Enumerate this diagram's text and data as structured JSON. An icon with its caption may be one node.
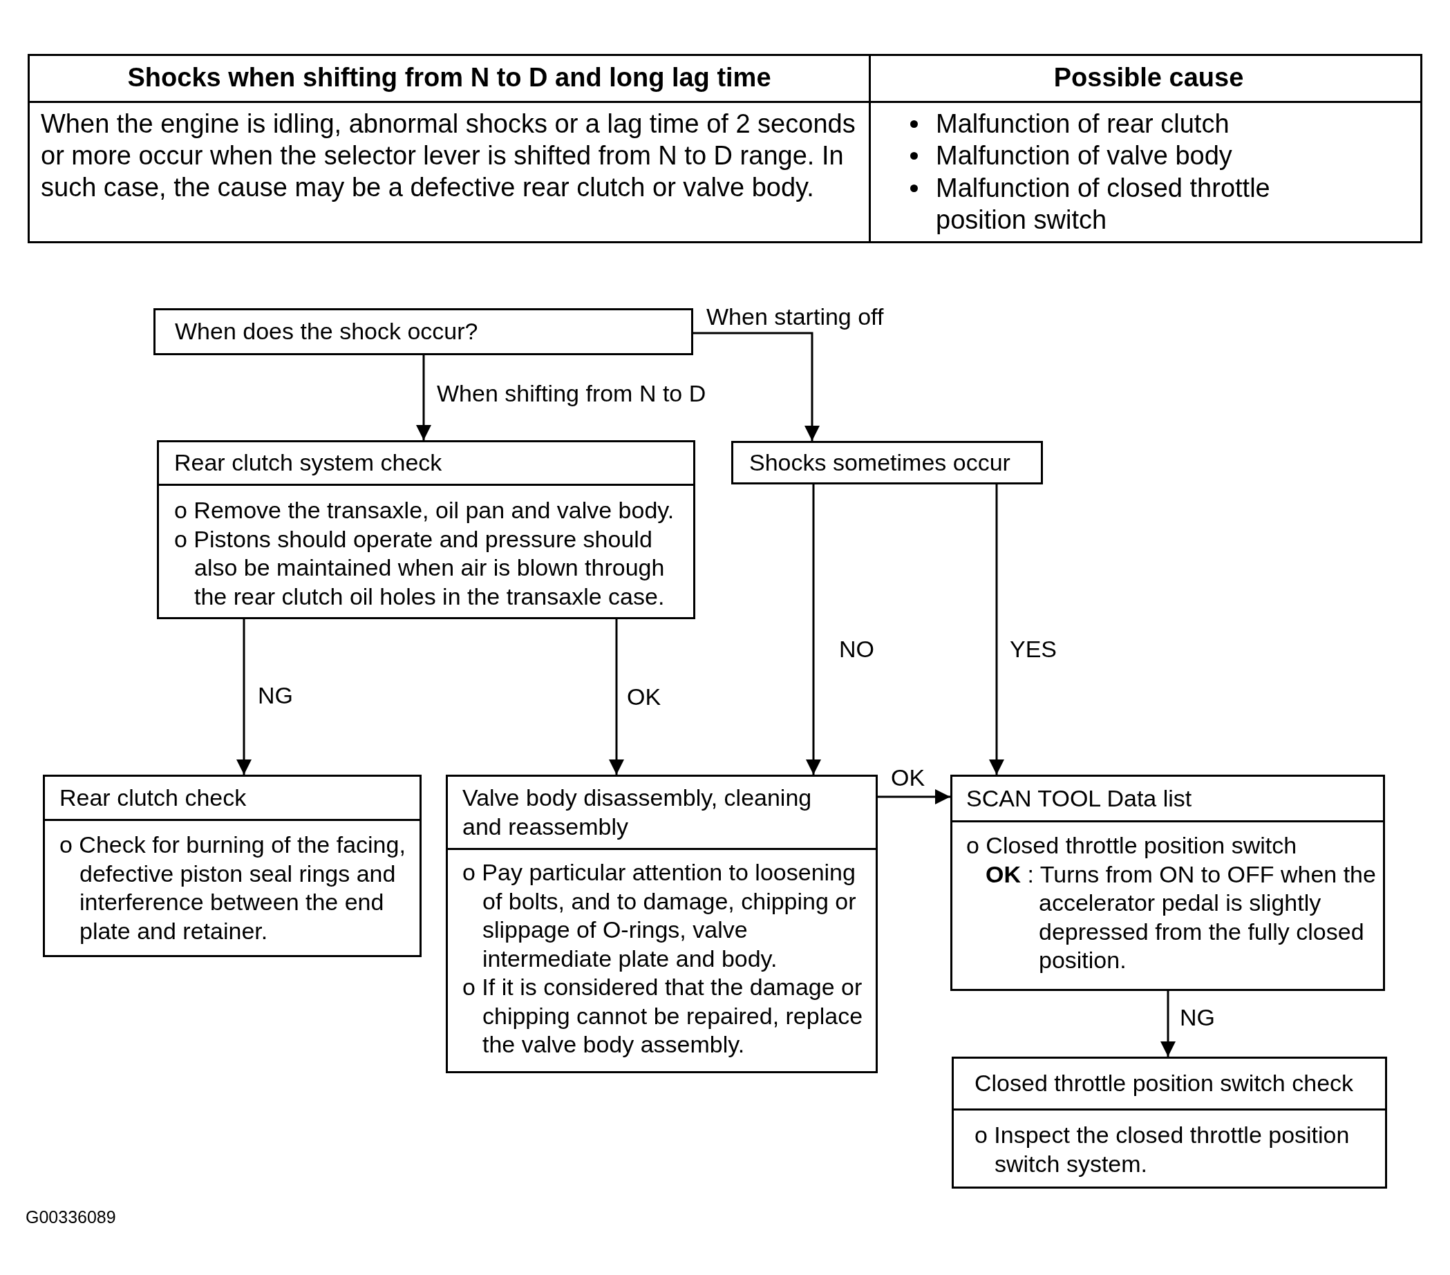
{
  "diagram": {
    "nodes": [
      {
        "text": [
          "When does the shock occur?"
        ]
      },
      {
        "text": [
          "Rear clutch system check",
          "o Remove the transaxle, oil pan and valve body.",
          "o Pistons should operate and pressure should also be maintained when air is blown through the rear clutch oil holes in the transaxle case."
        ]
      },
      {
        "text": [
          "Shocks sometimes occur"
        ]
      },
      {
        "text": [
          "Rear clutch check",
          "o Check for burning of the facing, defective piston seal rings and interference between the end plate and retainer."
        ]
      },
      {
        "text": [
          "Valve body disassembly, cleaning and reassembly",
          "o Pay particular attention to loosening of bolts, and to damage, chipping or slippage of O-rings, valve intermediate plate and body.",
          "o If it is considered that the damage or chipping cannot be repaired, replace the valve body assembly."
        ]
      },
      {
        "text": [
          "SCAN TOOL Data list",
          "o Closed throttle position switch",
          "**OK** : Turns from ON to OFF when the accelerator pedal is slightly depressed from the fully closed position."
        ]
      },
      {
        "text": [
          "Closed throttle position switch check",
          "o Inspect the closed throttle position switch system."
        ]
      }
    ],
    "edges": [
      {
        "from": 0,
        "to": 1,
        "arrow": "to",
        "label": "When shifting from N to D"
      },
      {
        "from": 0,
        "to": 2,
        "arrow": "to",
        "label": "When starting off"
      },
      {
        "from": 1,
        "to": 3,
        "arrow": "to",
        "label": "NG"
      },
      {
        "from": 1,
        "to": 4,
        "arrow": "to",
        "label": "OK"
      },
      {
        "from": 2,
        "to": 4,
        "arrow": "to",
        "label": "NO"
      },
      {
        "from": 2,
        "to": 5,
        "arrow": "to",
        "label": "YES"
      },
      {
        "from": 4,
        "to": 5,
        "arrow": "to",
        "label": "OK"
      },
      {
        "from": 5,
        "to": 6,
        "arrow": "to",
        "label": "NG"
      }
    ],
    "labels": [
      "Shocks when shifting from N to D and long lag time",
      "Possible cause",
      "When the engine is idling, abnormal shocks or a lag time of 2 seconds or more occur when the selector lever is shifted from N to D range. In such case, the cause may be a defective rear clutch or valve body.",
      "Malfunction of rear clutch",
      "Malfunction of valve body",
      "Malfunction of closed throttle position switch",
      "G00336089"
    ]
  }
}
